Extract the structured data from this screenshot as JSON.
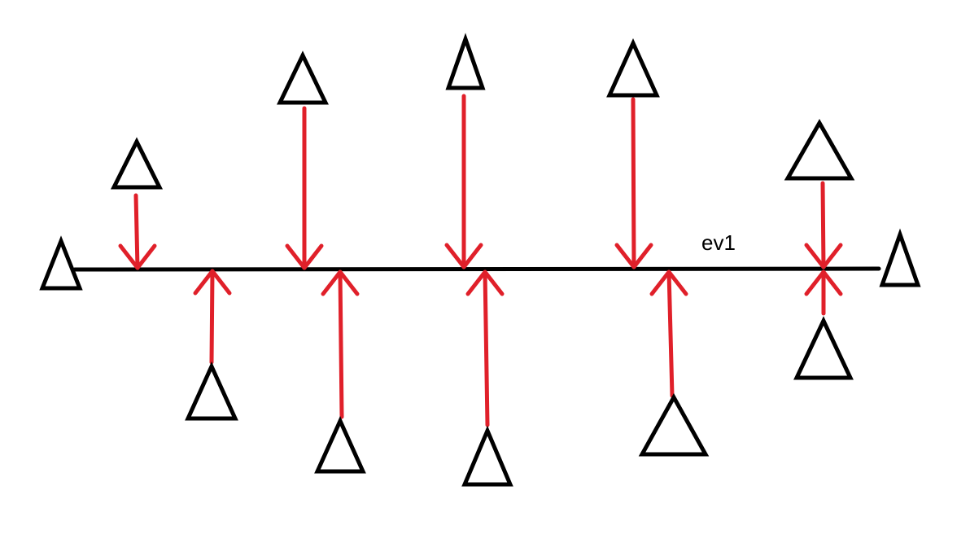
{
  "diagram": {
    "label": "ev1",
    "colors": {
      "line": "#000000",
      "triangle": "#000000",
      "arrow": "#e0202a",
      "background": "#ffffff"
    },
    "endpoints": [
      {
        "id": "left-end"
      },
      {
        "id": "right-end"
      }
    ],
    "arrows_from_above": [
      {
        "id": "a1"
      },
      {
        "id": "a2"
      },
      {
        "id": "a3"
      },
      {
        "id": "a4"
      },
      {
        "id": "a5"
      }
    ],
    "arrows_from_below": [
      {
        "id": "b1"
      },
      {
        "id": "b2"
      },
      {
        "id": "b3"
      },
      {
        "id": "b4"
      },
      {
        "id": "b5"
      },
      {
        "id": "b6"
      }
    ]
  }
}
